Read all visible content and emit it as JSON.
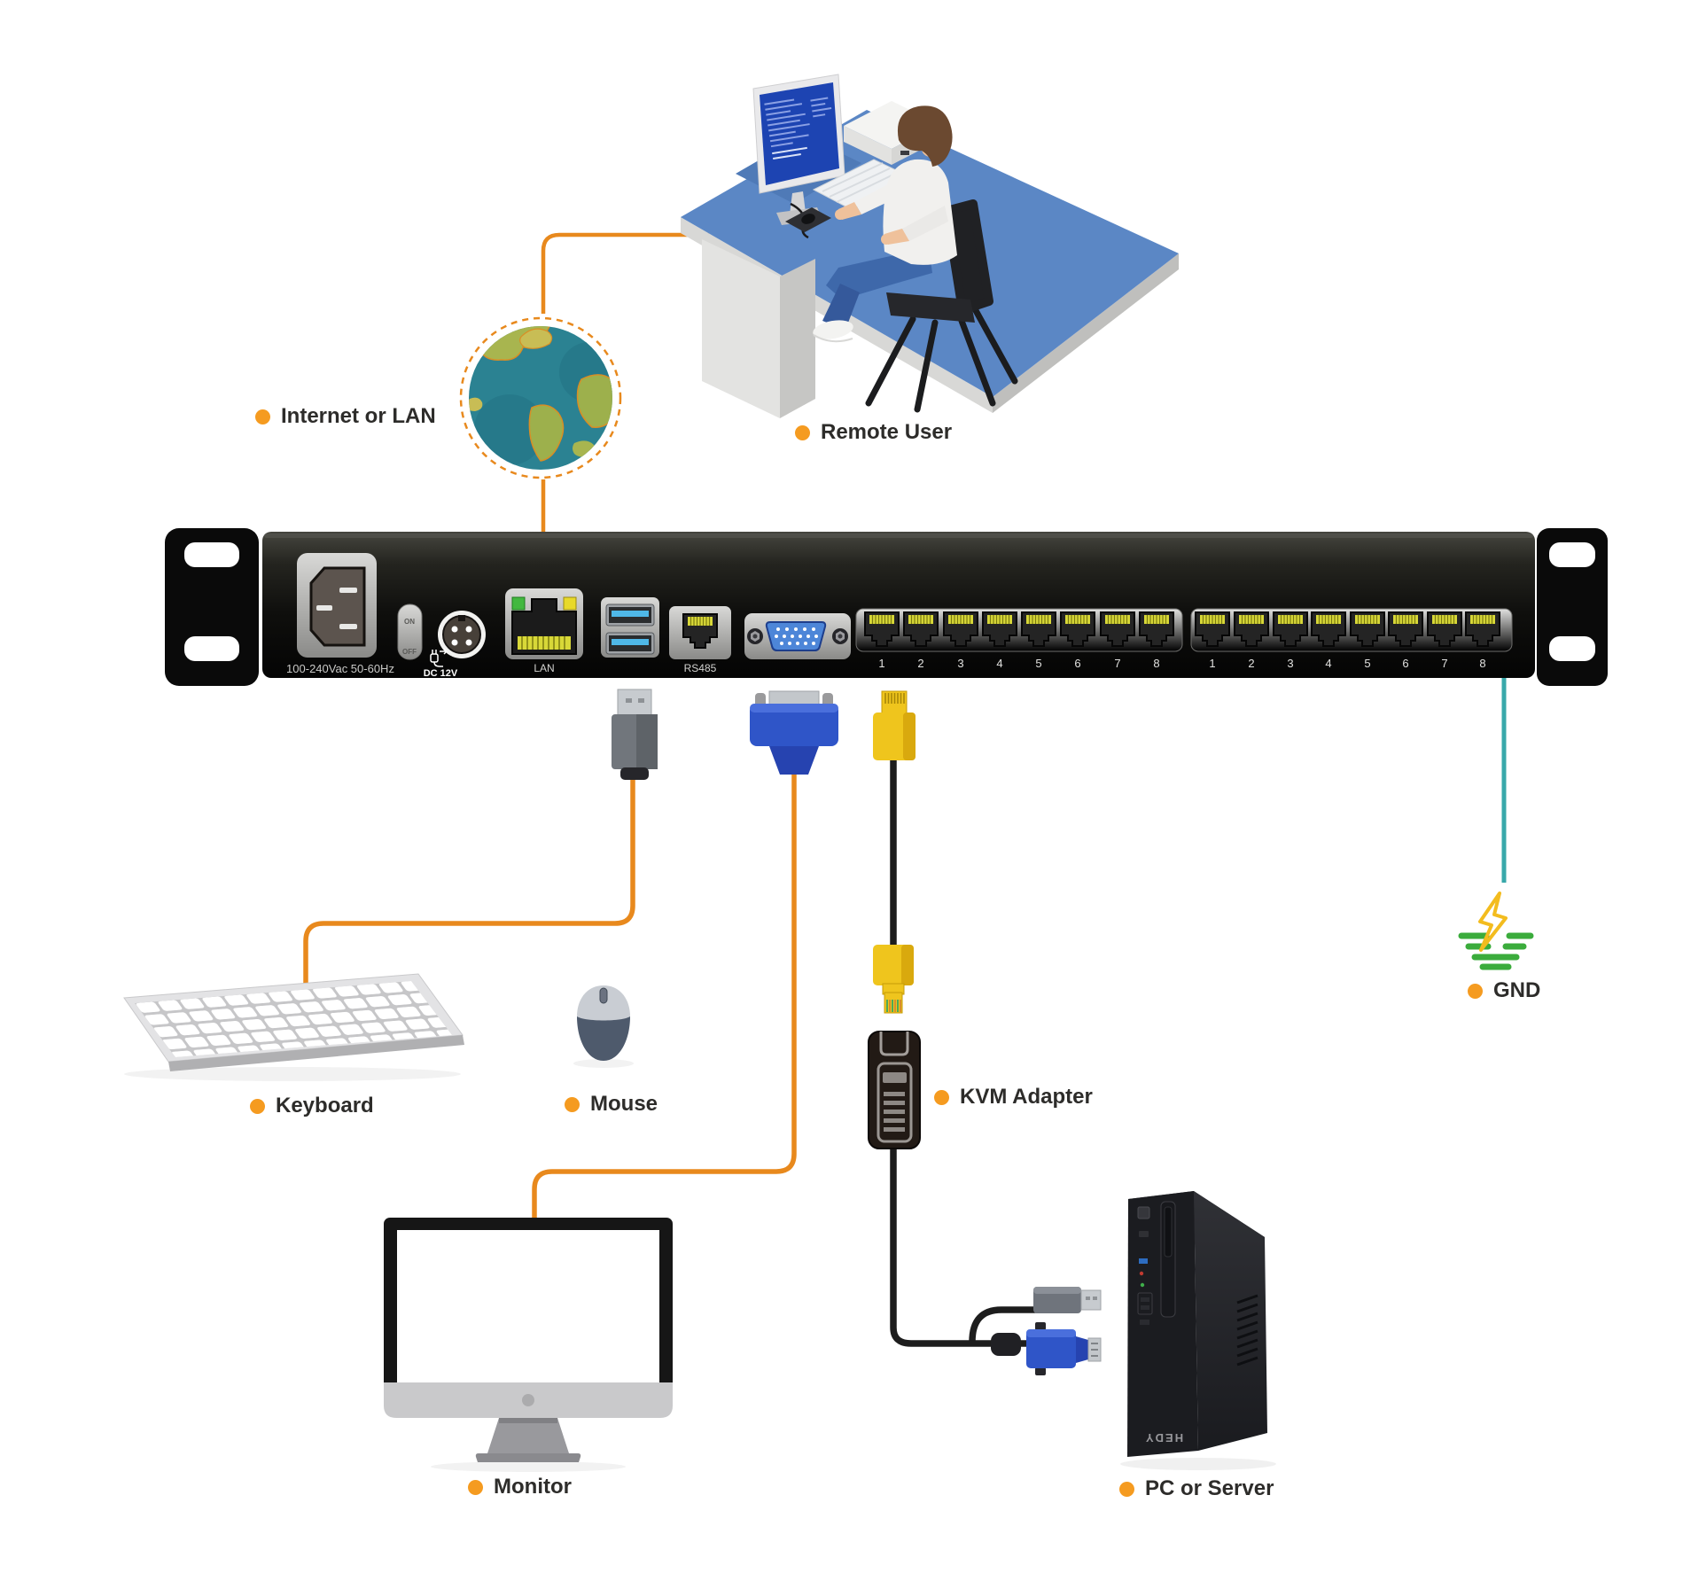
{
  "diagram": {
    "labels": {
      "internet_or_lan": "Internet or LAN",
      "remote_user": "Remote User",
      "keyboard": "Keyboard",
      "mouse": "Mouse",
      "monitor": "Monitor",
      "kvm_adapter": "KVM Adapter",
      "pc_or_server": "PC or Server",
      "gnd": "GND"
    },
    "rack": {
      "power_label": "100-240Vac 50-60Hz",
      "dc_label": "DC 12V",
      "lan_label": "LAN",
      "rs485_label": "RS485",
      "switch_on": "ON",
      "switch_off": "OFF",
      "port_numbers": [
        "1",
        "2",
        "3",
        "4",
        "5",
        "6",
        "7",
        "8"
      ]
    },
    "pc_brand": "HEDY",
    "colors": {
      "cable_orange": "#E8891D",
      "bullet_orange": "#F59B20",
      "gnd_teal": "#38A8AA",
      "ground_green": "#3BAC3C",
      "bolt_yellow": "#F3BC1E",
      "rj45_yellow": "#EFC51D",
      "vga_blue": "#2F55C8",
      "desk_blue": "#5B87C5",
      "cable_black": "#1D1D1D"
    }
  }
}
